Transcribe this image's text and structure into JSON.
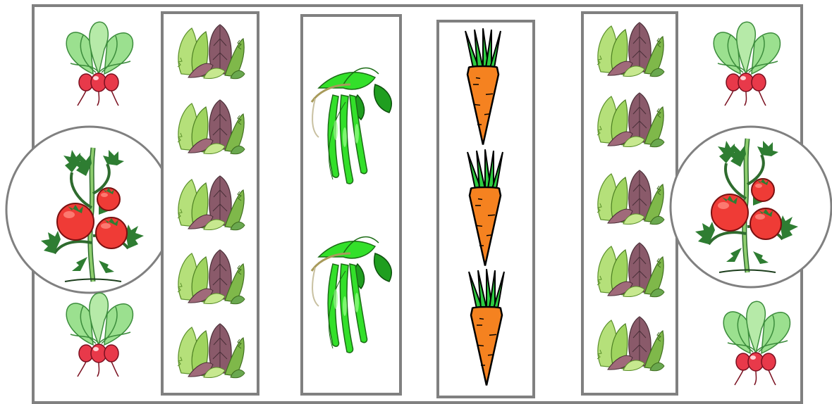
{
  "plan": {
    "colors": {
      "border": "#808080",
      "leaf_light": "#9be08f",
      "leaf_dark": "#2e7d32",
      "stem": "#6aa84f",
      "radish": "#e8394a",
      "tomato": "#ef3b36",
      "carrot": "#f58220",
      "carrot_top": "#2ecc40",
      "bean": "#33e02a",
      "bean_leaf": "#1f9e1f",
      "lettuce_light": "#b5e07a",
      "lettuce_purple": "#8a5a6a"
    },
    "left_column": {
      "items": [
        {
          "plant": "radish",
          "icon": "radish-icon"
        },
        {
          "plant": "tomato",
          "icon": "tomato-plant-icon",
          "circled": true
        },
        {
          "plant": "radish",
          "icon": "radish-icon"
        }
      ]
    },
    "bed_lettuce_left": {
      "count": 5,
      "icon": "lettuce-icon"
    },
    "bed_beans": {
      "count": 2,
      "icon": "green-bean-icon"
    },
    "bed_carrots": {
      "count": 3,
      "icon": "carrot-icon"
    },
    "bed_lettuce_right": {
      "count": 5,
      "icon": "lettuce-icon"
    },
    "right_column": {
      "items": [
        {
          "plant": "radish",
          "icon": "radish-icon"
        },
        {
          "plant": "tomato",
          "icon": "tomato-plant-icon",
          "circled": true
        },
        {
          "plant": "radish",
          "icon": "radish-icon"
        }
      ]
    }
  }
}
